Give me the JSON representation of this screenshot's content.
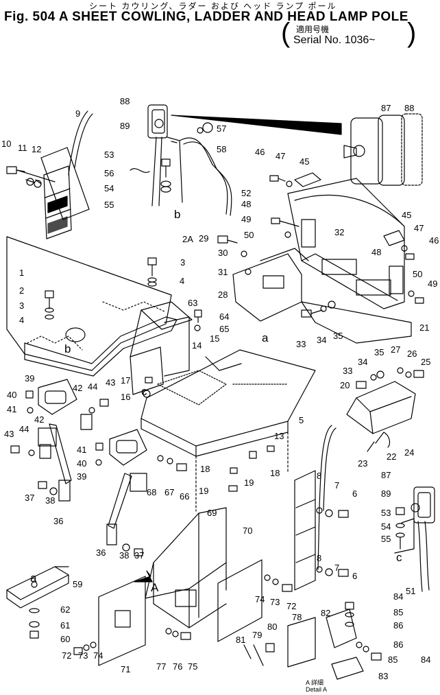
{
  "header": {
    "japanese_title": "シート カウリング、ラダー および ヘッド ランプ ポール",
    "title": "Fig. 504 A  SHEET COWLING, LADDER AND HEAD LAMP POLE",
    "serial_japanese": "適用号機",
    "serial": "Serial No. 1036~"
  },
  "detail": {
    "japanese": "A 詳細",
    "english": "Detail A"
  },
  "callouts": [
    {
      "id": "c-88a",
      "text": "88"
    },
    {
      "id": "c-89a",
      "text": "89"
    },
    {
      "id": "c-9",
      "text": "9"
    },
    {
      "id": "c-10",
      "text": "10"
    },
    {
      "id": "c-11a",
      "text": "11"
    },
    {
      "id": "c-12",
      "text": "12"
    },
    {
      "id": "c-53a",
      "text": "53"
    },
    {
      "id": "c-56",
      "text": "56"
    },
    {
      "id": "c-54a",
      "text": "54"
    },
    {
      "id": "c-55a",
      "text": "55"
    },
    {
      "id": "c-57",
      "text": "57"
    },
    {
      "id": "c-58",
      "text": "58"
    },
    {
      "id": "c-52",
      "text": "52"
    },
    {
      "id": "c-87a",
      "text": "87"
    },
    {
      "id": "c-88b",
      "text": "88"
    },
    {
      "id": "c-46a",
      "text": "46"
    },
    {
      "id": "c-47a",
      "text": "47"
    },
    {
      "id": "c-45a",
      "text": "45"
    },
    {
      "id": "c-48a",
      "text": "48"
    },
    {
      "id": "c-49a",
      "text": "49"
    },
    {
      "id": "c-50a",
      "text": "50"
    },
    {
      "id": "c-32",
      "text": "32"
    },
    {
      "id": "c-45b",
      "text": "45"
    },
    {
      "id": "c-47b",
      "text": "47"
    },
    {
      "id": "c-46b",
      "text": "46"
    },
    {
      "id": "c-48b",
      "text": "48"
    },
    {
      "id": "c-50b",
      "text": "50"
    },
    {
      "id": "c-49b",
      "text": "49"
    },
    {
      "id": "c-2a",
      "text": "2A"
    },
    {
      "id": "c-29",
      "text": "29"
    },
    {
      "id": "c-3a",
      "text": "3"
    },
    {
      "id": "c-30",
      "text": "30"
    },
    {
      "id": "c-4a",
      "text": "4"
    },
    {
      "id": "c-31",
      "text": "31"
    },
    {
      "id": "c-1",
      "text": "1"
    },
    {
      "id": "c-2",
      "text": "2"
    },
    {
      "id": "c-3b",
      "text": "3"
    },
    {
      "id": "c-4b",
      "text": "4"
    },
    {
      "id": "c-28",
      "text": "28"
    },
    {
      "id": "c-63",
      "text": "63"
    },
    {
      "id": "c-64",
      "text": "64"
    },
    {
      "id": "c-65",
      "text": "65"
    },
    {
      "id": "c-14",
      "text": "14"
    },
    {
      "id": "c-15",
      "text": "15"
    },
    {
      "id": "c-33a",
      "text": "33"
    },
    {
      "id": "c-34a",
      "text": "34"
    },
    {
      "id": "c-35a",
      "text": "35"
    },
    {
      "id": "c-21",
      "text": "21"
    },
    {
      "id": "c-39a",
      "text": "39"
    },
    {
      "id": "c-40a",
      "text": "40"
    },
    {
      "id": "c-41a",
      "text": "41"
    },
    {
      "id": "c-42a",
      "text": "42"
    },
    {
      "id": "c-44a",
      "text": "44"
    },
    {
      "id": "c-43a",
      "text": "43"
    },
    {
      "id": "c-17",
      "text": "17"
    },
    {
      "id": "c-16",
      "text": "16"
    },
    {
      "id": "c-27",
      "text": "27"
    },
    {
      "id": "c-26",
      "text": "26"
    },
    {
      "id": "c-25",
      "text": "25"
    },
    {
      "id": "c-34b",
      "text": "34"
    },
    {
      "id": "c-35b",
      "text": "35"
    },
    {
      "id": "c-33b",
      "text": "33"
    },
    {
      "id": "c-20",
      "text": "20"
    },
    {
      "id": "c-13",
      "text": "13"
    },
    {
      "id": "c-42b",
      "text": "42"
    },
    {
      "id": "c-44b",
      "text": "44"
    },
    {
      "id": "c-43b",
      "text": "43"
    },
    {
      "id": "c-41b",
      "text": "41"
    },
    {
      "id": "c-40b",
      "text": "40"
    },
    {
      "id": "c-39b",
      "text": "39"
    },
    {
      "id": "c-5",
      "text": "5"
    },
    {
      "id": "c-23",
      "text": "23"
    },
    {
      "id": "c-22",
      "text": "22"
    },
    {
      "id": "c-24",
      "text": "24"
    },
    {
      "id": "c-18a",
      "text": "18"
    },
    {
      "id": "c-18b",
      "text": "18"
    },
    {
      "id": "c-19a",
      "text": "19"
    },
    {
      "id": "c-19b",
      "text": "19"
    },
    {
      "id": "c-68",
      "text": "68"
    },
    {
      "id": "c-67",
      "text": "67"
    },
    {
      "id": "c-66",
      "text": "66"
    },
    {
      "id": "c-8a",
      "text": "8"
    },
    {
      "id": "c-7a",
      "text": "7"
    },
    {
      "id": "c-6a",
      "text": "6"
    },
    {
      "id": "c-87b",
      "text": "87"
    },
    {
      "id": "c-89b",
      "text": "89"
    },
    {
      "id": "c-53b",
      "text": "53"
    },
    {
      "id": "c-54b",
      "text": "54"
    },
    {
      "id": "c-55b",
      "text": "55"
    },
    {
      "id": "c-37a",
      "text": "37"
    },
    {
      "id": "c-38a",
      "text": "38"
    },
    {
      "id": "c-36a",
      "text": "36"
    },
    {
      "id": "c-69",
      "text": "69"
    },
    {
      "id": "c-70",
      "text": "70"
    },
    {
      "id": "c-36b",
      "text": "36"
    },
    {
      "id": "c-38b",
      "text": "38"
    },
    {
      "id": "c-37b",
      "text": "37"
    },
    {
      "id": "c-8b",
      "text": "8"
    },
    {
      "id": "c-7b",
      "text": "7"
    },
    {
      "id": "c-6b",
      "text": "6"
    },
    {
      "id": "c-59",
      "text": "59"
    },
    {
      "id": "c-62",
      "text": "62"
    },
    {
      "id": "c-61",
      "text": "61"
    },
    {
      "id": "c-60",
      "text": "60"
    },
    {
      "id": "c-74a",
      "text": "74"
    },
    {
      "id": "c-73a",
      "text": "73"
    },
    {
      "id": "c-72a",
      "text": "72"
    },
    {
      "id": "c-51",
      "text": "51"
    },
    {
      "id": "c-84a",
      "text": "84"
    },
    {
      "id": "c-85a",
      "text": "85"
    },
    {
      "id": "c-86a",
      "text": "86"
    },
    {
      "id": "c-82",
      "text": "82"
    },
    {
      "id": "c-78",
      "text": "78"
    },
    {
      "id": "c-80",
      "text": "80"
    },
    {
      "id": "c-79",
      "text": "79"
    },
    {
      "id": "c-81",
      "text": "81"
    },
    {
      "id": "c-86b",
      "text": "86"
    },
    {
      "id": "c-85b",
      "text": "85"
    },
    {
      "id": "c-84b",
      "text": "84"
    },
    {
      "id": "c-83",
      "text": "83"
    },
    {
      "id": "c-77",
      "text": "77"
    },
    {
      "id": "c-76",
      "text": "76"
    },
    {
      "id": "c-75",
      "text": "75"
    },
    {
      "id": "c-72b",
      "text": "72"
    },
    {
      "id": "c-73b",
      "text": "73"
    },
    {
      "id": "c-74b",
      "text": "74"
    },
    {
      "id": "c-71",
      "text": "71"
    }
  ],
  "letters": [
    {
      "id": "l-b1",
      "text": "b"
    },
    {
      "id": "l-b2",
      "text": "b"
    },
    {
      "id": "l-a1",
      "text": "a"
    },
    {
      "id": "l-a2",
      "text": "a"
    },
    {
      "id": "l-c1",
      "text": "c"
    },
    {
      "id": "l-c2",
      "text": "c"
    },
    {
      "id": "l-A",
      "text": "A"
    }
  ]
}
